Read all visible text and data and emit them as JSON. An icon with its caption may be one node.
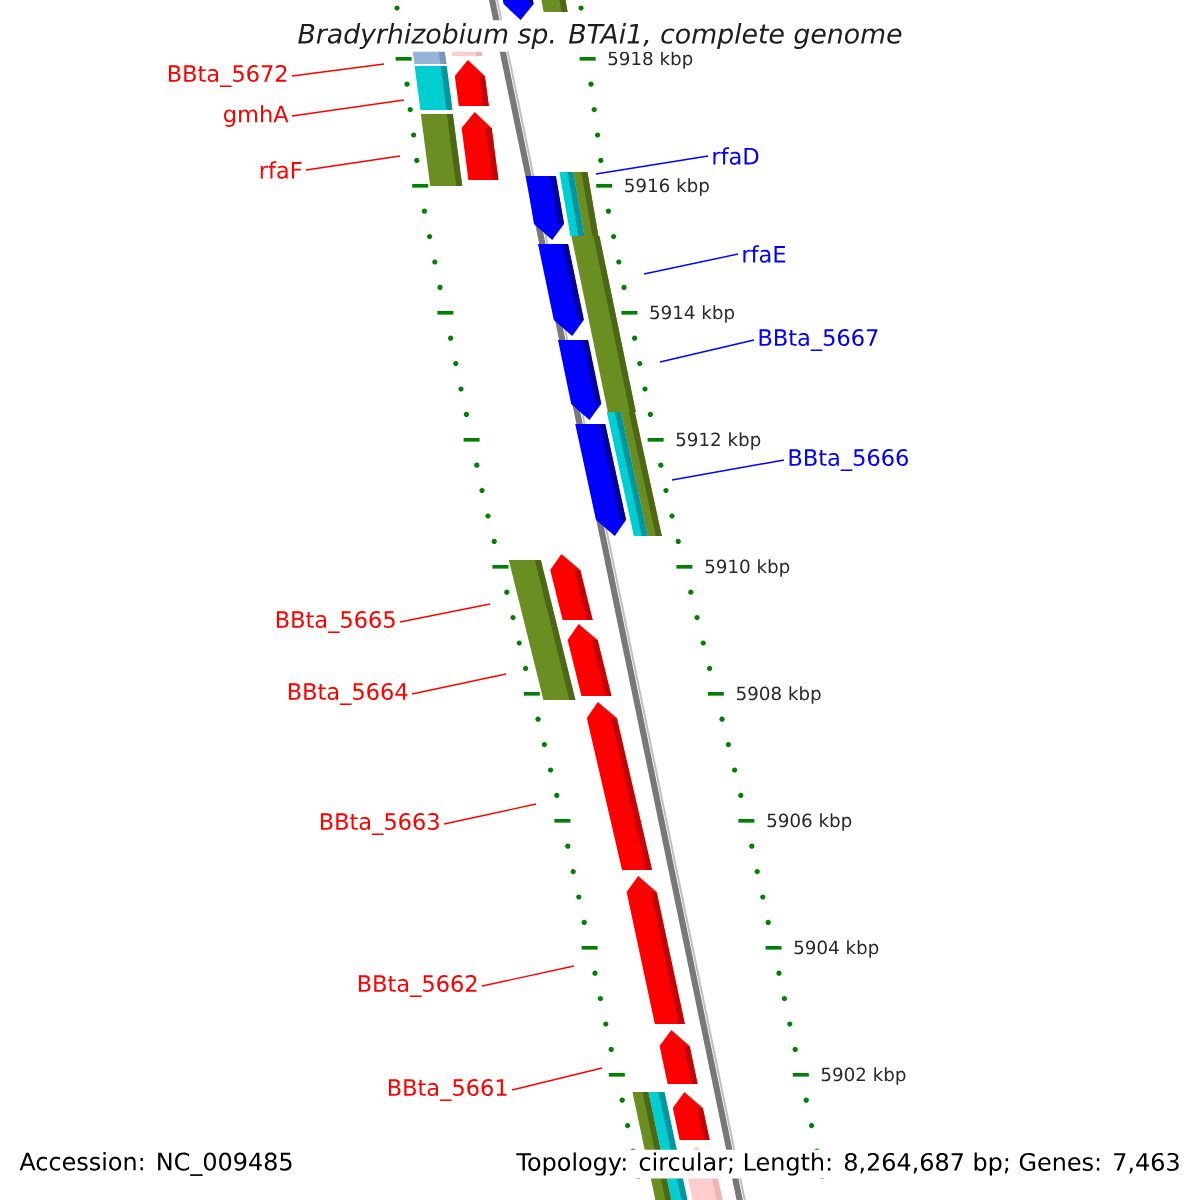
{
  "diagram": {
    "title": "Bradyrhizobium sp. BTAi1, complete genome",
    "nodes": [
      {
        "text": [
          "BBta_5672"
        ]
      },
      {
        "text": [
          "gmhA"
        ]
      },
      {
        "text": [
          "rfaF"
        ]
      },
      {
        "text": [
          "rfaD"
        ]
      },
      {
        "text": [
          "rfaE"
        ]
      },
      {
        "text": [
          "BBta_5667"
        ]
      },
      {
        "text": [
          "BBta_5666"
        ]
      },
      {
        "text": [
          "BBta_5665"
        ]
      },
      {
        "text": [
          "BBta_5664"
        ]
      },
      {
        "text": [
          "BBta_5663"
        ]
      },
      {
        "text": [
          "BBta_5662"
        ]
      },
      {
        "text": [
          "BBta_5661"
        ]
      }
    ],
    "edges": [
      {
        "from": 0,
        "to": null,
        "arrow": "none"
      },
      {
        "from": 1,
        "to": null,
        "arrow": "none"
      },
      {
        "from": 2,
        "to": null,
        "arrow": "none"
      },
      {
        "from": 3,
        "to": null,
        "arrow": "none",
        "color": "#0000ff"
      },
      {
        "from": 4,
        "to": null,
        "arrow": "none",
        "color": "#0000ff"
      },
      {
        "from": 5,
        "to": null,
        "arrow": "none",
        "color": "#0000ff"
      },
      {
        "from": 6,
        "to": null,
        "arrow": "none",
        "color": "#0000ff"
      },
      {
        "from": 7,
        "to": null,
        "arrow": "none"
      },
      {
        "from": 8,
        "to": null,
        "arrow": "none"
      },
      {
        "from": 9,
        "to": null,
        "arrow": "none"
      },
      {
        "from": 10,
        "to": null,
        "arrow": "none"
      },
      {
        "from": 11,
        "to": null,
        "arrow": "none"
      }
    ],
    "labels": [
      "5918 kbp",
      "5916 kbp",
      "5914 kbp",
      "5912 kbp",
      "5910 kbp",
      "5908 kbp",
      "5906 kbp",
      "5904 kbp",
      "5902 kbp",
      "Accession: NC_009485",
      "Topology: circular; Length: 8,264,687 bp; Genes: 7,463"
    ]
  }
}
